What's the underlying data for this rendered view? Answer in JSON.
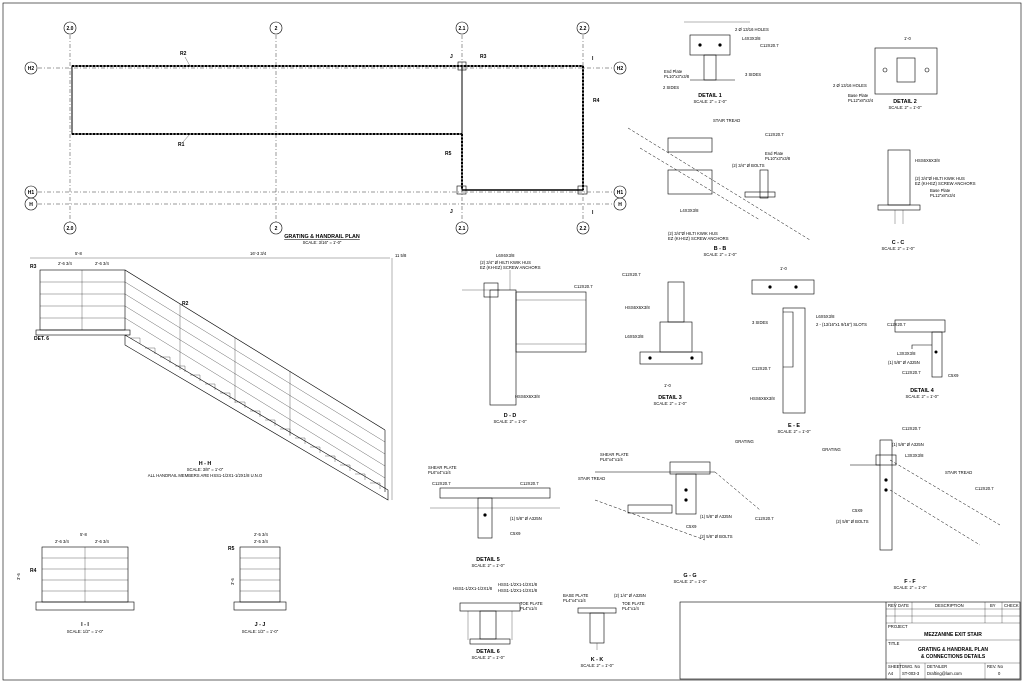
{
  "grid_labels": {
    "top": [
      "2.0",
      "2",
      "2.1",
      "2.2"
    ],
    "bottom": [
      "2.0",
      "2",
      "2.1",
      "2.2"
    ],
    "left": [
      "H2",
      "H1",
      "H"
    ],
    "right": [
      "H2",
      "H1",
      "H"
    ]
  },
  "plan": {
    "title": "GRATING & HANDRAIL PLAN",
    "scale": "SCALE: 3/16\" = 1'-0\"",
    "rail_tags": [
      "R2",
      "R3",
      "R1",
      "R5",
      "R4"
    ],
    "section_marks": [
      "J",
      "I",
      "J",
      "I"
    ]
  },
  "section_h": {
    "title": "H - H",
    "scale": "SCALE: 3/8\" = 1'-0\"",
    "note": "ALL HANDRAIL MEMBERS ARE HSS1-1/2X1-1/2X1/8 U.N.O",
    "dims": [
      "5'-8",
      "2'-6 3/4",
      "2'-6 3/4",
      "16'-3 3/4",
      "11 5/8"
    ],
    "tags": [
      "R3",
      "R2",
      "DET. 6"
    ]
  },
  "section_i": {
    "title": "I - I",
    "scale": "SCALE: 1/2\" = 1'-0\"",
    "dims": [
      "5'-8",
      "2'-6 3/4",
      "2'-6 3/4",
      "3'-6"
    ],
    "tags": [
      "R4"
    ]
  },
  "section_j": {
    "title": "J - J",
    "scale": "SCALE: 1/2\" = 1'-0\"",
    "dims": [
      "2'-5 3/4",
      "2'-5 3/4",
      "3'-6"
    ],
    "tags": [
      "R5"
    ]
  },
  "section_d": {
    "title": "D - D",
    "scale": "SCALE: 2\" = 1'-0\"",
    "labels": [
      "L6X6X3/8",
      "(2) 3/4\" Ø HILTI KWIK HUS",
      "EZ (KH-EZ) SCREW ANCHORS",
      "C12X20.7",
      "HSS6X6X3/8"
    ]
  },
  "detail_1": {
    "title": "DETAIL 1",
    "scale": "SCALE: 2\" = 1'-0\"",
    "labels": [
      "2 Ø 13/16 HOLES",
      "L4X3X3/8",
      "C12X20.7",
      "End Plate",
      "PL10\"x3\"x3/8",
      "3 SIDES",
      "2 SIDES"
    ]
  },
  "detail_2": {
    "title": "DETAIL 2",
    "scale": "SCALE: 2\" = 1'-0\"",
    "labels": [
      "2 Ø 13/16 HOLES",
      "Base Plate",
      "PL12\"x8\"x3/4",
      "1'-0"
    ]
  },
  "section_b": {
    "title": "B - B",
    "scale": "SCALE: 2\" = 1'-0\"",
    "labels": [
      "STAIR TREAD",
      "C12X20.7",
      "End Plate",
      "PL10\"x3\"x3/8",
      "(2) 3/4\" Ø BOLTS",
      "L4X3X3/8",
      "(2) 3/4\"Ø HILTI KWIK HUS",
      "EZ (KH-EZ) SCREW ANCHORS"
    ]
  },
  "section_c": {
    "title": "C - C",
    "scale": "SCALE: 2\" = 1'-0\"",
    "labels": [
      "HSS6X6X3/8",
      "(2) 3/4\"Ø HILTI KWIK HUS",
      "EZ (KH-EZ) SCREW ANCHORS",
      "Base Plate",
      "PL12\"x8\"x3/4"
    ]
  },
  "detail_3": {
    "title": "DETAIL 3",
    "scale": "SCALE: 2\" = 1'-0\"",
    "labels": [
      "C12X20.7",
      "HSS6X6X3/8",
      "L6X5X3/8",
      "1'-0"
    ]
  },
  "section_e": {
    "title": "E - E",
    "scale": "SCALE: 2\" = 1'-0\"",
    "labels": [
      "L6X5X3/8",
      "3 SIDES",
      "2 - (13/16\"x1 9/16\") SLOTS",
      "C12X20.7",
      "HSS6X6X3/8",
      "1'-0"
    ]
  },
  "detail_4": {
    "title": "DETAIL 4",
    "scale": "SCALE: 2\" = 1'-0\"",
    "labels": [
      "C12X20.7",
      "L3X3X3/8",
      "(1) 5/8\" Ø A325N",
      "C5X9",
      "C12X20.7"
    ]
  },
  "detail_5": {
    "title": "DETAIL 5",
    "scale": "SCALE: 2\" = 1'-0\"",
    "labels": [
      "SHEAR PLATE",
      "PL6\"x4\"x1/4",
      "C12X20.7",
      "C12X20.7",
      "(1) 5/8\" Ø A325N",
      "C5X9"
    ]
  },
  "section_g": {
    "title": "G - G",
    "scale": "SCALE: 2\" = 1'-0\"",
    "labels": [
      "SHEAR PLATE",
      "PL6\"x4\"x1/4",
      "GRATING",
      "STAIR TREAD",
      "(1) 5/8\" Ø A325N",
      "C5X9",
      "(2) 5/8\" Ø BOLTS",
      "C12X20.7"
    ]
  },
  "section_f": {
    "title": "F - F",
    "scale": "SCALE: 2\" = 1'-0\"",
    "labels": [
      "C12X20.7",
      "(1) 5/8\" Ø A325N",
      "L3X3X3/8",
      "GRATING",
      "STAIR TREAD",
      "C5X9",
      "(2) 5/8\" Ø BOLTS",
      "C12X20.7"
    ]
  },
  "detail_6": {
    "title": "DETAIL 6",
    "scale": "SCALE: 2\" = 1'-0\"",
    "labels": [
      "HSS1-1/2X1-1/2X1/8",
      "HSS1-1/2X1-1/2X1/8",
      "HSS1-1/2X1-1/2X1/8",
      "TOE PLATE",
      "PL4\"x1/4"
    ]
  },
  "section_k": {
    "title": "K - K",
    "scale": "SCALE: 2\" = 1'-0\"",
    "labels": [
      "BASE PLATE",
      "PL4\"x4\"x1/4",
      "(2) 1/4\" Ø A325N",
      "TOE PLATE",
      "PL4\"x1/4"
    ]
  },
  "title_block": {
    "rev_headers": [
      "REV",
      "DATE",
      "DESCRIPTION",
      "BY",
      "CHECK"
    ],
    "project_label": "PROJECT",
    "project_name": "MEZZANINE EXIT STAIR",
    "title_label": "TITLE",
    "title_line1": "GRATING & HANDRAIL PLAN",
    "title_line2": "& CONNECTIONS DETAILS",
    "footer_labels": [
      "SHEET",
      "DWG. No",
      "DETAILER",
      "REV. No"
    ],
    "footer_values": [
      "A4",
      "ST-003-3",
      "Drafting@lam.com",
      "0"
    ]
  }
}
